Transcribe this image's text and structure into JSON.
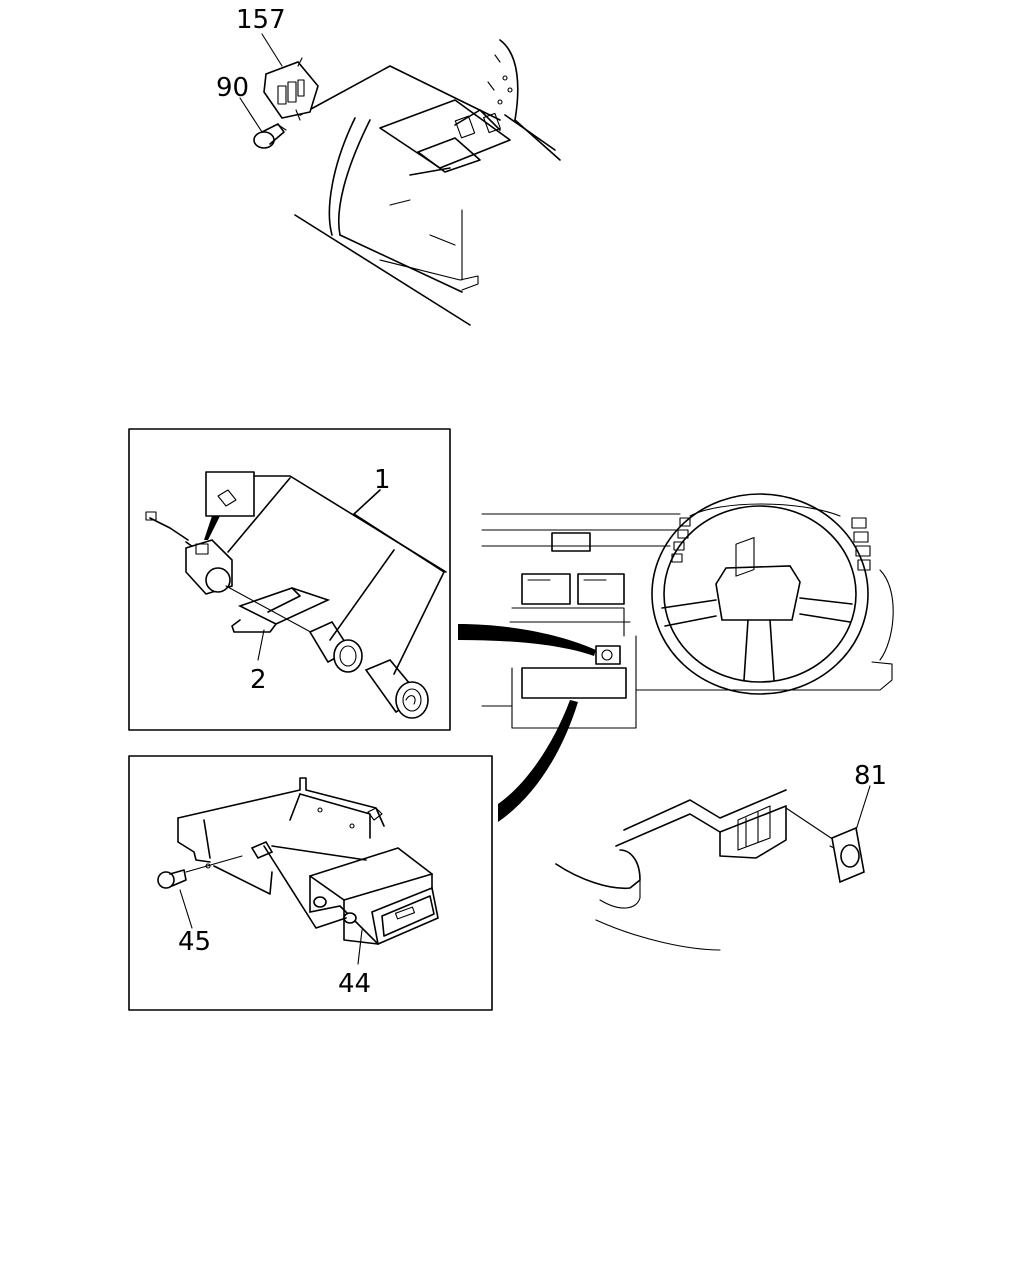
{
  "callouts": {
    "part_157": "157",
    "part_90": "90",
    "part_1": "1",
    "part_2": "2",
    "part_81": "81",
    "part_45": "45",
    "part_44": "44"
  }
}
